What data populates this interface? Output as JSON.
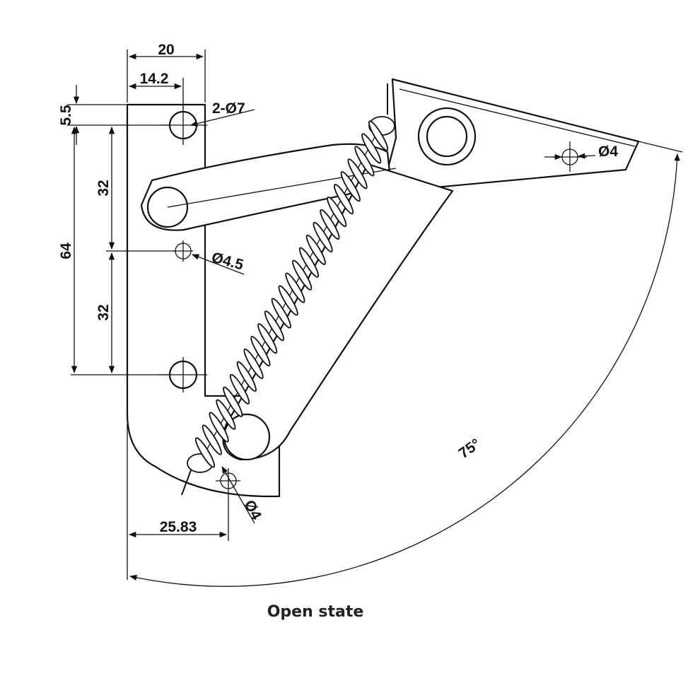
{
  "caption": "Open state",
  "dimensions": {
    "width_total": "20",
    "hole_offset": "14.2",
    "top_offset": "5.5",
    "hole_spacing_upper": "32",
    "hole_spacing_lower": "32",
    "hole_span": "64",
    "mount_holes": "2-Ø7",
    "pivot_hole": "Ø4.5",
    "arm_hole": "Ø4",
    "spring_hole": "Ø4",
    "bottom_offset": "25.83",
    "open_angle": "75°"
  },
  "icons": [
    "mounting-plate",
    "lever-arm",
    "tension-spring",
    "lid-bracket"
  ]
}
